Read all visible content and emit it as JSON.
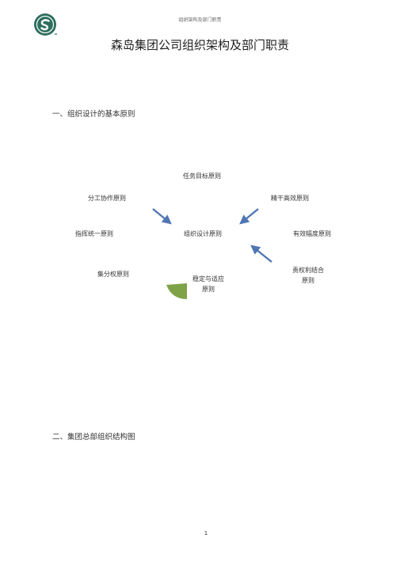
{
  "header": {
    "running_title": "组织架构及部门职责"
  },
  "logo": {
    "icon": "company-logo-icon",
    "color": "#2e6e5e"
  },
  "doc": {
    "title": "森岛集团公司组织架构及部门职责"
  },
  "sections": [
    {
      "heading": "一、组织设计的基本原则"
    },
    {
      "heading": "二、集团总部组织结构图"
    }
  ],
  "diagram": {
    "center": "组织设计原则",
    "nodes": {
      "top": "任务目标原则",
      "upper_left": "分工协作原则",
      "upper_right": "精干高效原则",
      "left": "指挥统一原则",
      "right": "有效幅度原则",
      "lower_left": "集分权原则",
      "lower_middle_1": "稳定与适应",
      "lower_middle_2": "原则",
      "lower_right_1": "责权利结合",
      "lower_right_2": "原则"
    },
    "colors": {
      "arrow": "#4f76b3",
      "accent_shape": "#7ea246"
    }
  },
  "footer": {
    "page_number": "1"
  }
}
